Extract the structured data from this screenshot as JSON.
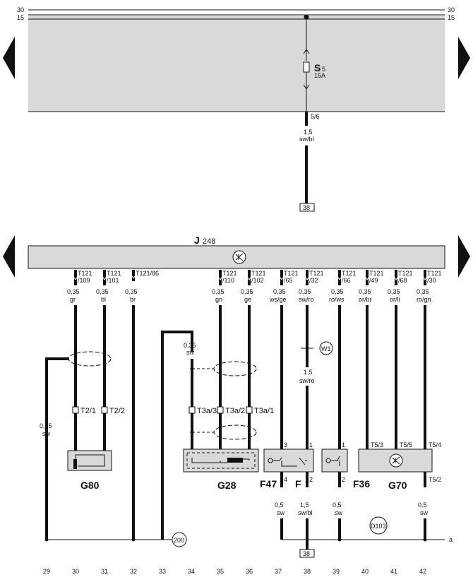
{
  "rails": {
    "top_left": "30",
    "top_right": "30",
    "mid_left": "15",
    "mid_right": "15"
  },
  "fuse": {
    "name": "S",
    "number": "5",
    "rating": "15A",
    "terminal": "5/6",
    "wire_size": "1,5",
    "wire_color": "sw/bl",
    "ref": "38"
  },
  "control_unit": {
    "name": "J",
    "number": "248"
  },
  "pins": [
    {
      "connector": "T121",
      "pin": "/109",
      "size": "0,35",
      "color": "gr"
    },
    {
      "connector": "T121",
      "pin": "/101",
      "size": "0,35",
      "color": "bl"
    },
    {
      "connector": "T121/86",
      "pin": "",
      "size": "0,35",
      "color": "br"
    },
    {
      "connector": "T121",
      "pin": "/110",
      "size": "0,35",
      "color": "gn"
    },
    {
      "connector": "T121",
      "pin": "/102",
      "size": "0,35",
      "color": "ge"
    },
    {
      "connector": "T121",
      "pin": "/65",
      "size": "0,35",
      "color": "ws/ge"
    },
    {
      "connector": "T121",
      "pin": "/32",
      "size": "0,35",
      "color": "sw/ro"
    },
    {
      "connector": "T121",
      "pin": "/66",
      "size": "0,35",
      "color": "ro/ws"
    },
    {
      "connector": "T121",
      "pin": "/49",
      "size": "0,35",
      "color": "or/br"
    },
    {
      "connector": "T121",
      "pin": "/68",
      "size": "0,35",
      "color": "or/li"
    },
    {
      "connector": "T121",
      "pin": "/30",
      "size": "0,35",
      "color": "ro/gn"
    }
  ],
  "connectors": {
    "t2_1": "T2/1",
    "t2_2": "T2/2",
    "t3a_3": "T3a/3",
    "t3a_2": "T3a/2",
    "t3a_1": "T3a/1"
  },
  "wire_33": {
    "size": "0,35",
    "color": "sw"
  },
  "wire_29": {
    "size": "0,35",
    "color": "sw"
  },
  "w1": {
    "label": "W1",
    "size": "1,5",
    "color": "sw/ro"
  },
  "components": {
    "g80": "G80",
    "g28": "G28",
    "f47": "F47",
    "f": "F",
    "f36": "F36",
    "g70": "G70"
  },
  "terminals": {
    "f47_top": "3",
    "f_top": "1",
    "f36_top": "1",
    "g70_t53": "T5/3",
    "g70_t55": "T5/5",
    "g70_t54": "T5/4",
    "f47_bot": "4",
    "f_bot": "2",
    "f36_bot": "2",
    "g70_t52": "T5/2"
  },
  "bottom_wires": [
    {
      "size": "0,5",
      "color": "sw"
    },
    {
      "size": "1,5",
      "color": "sw/bl"
    },
    {
      "size": "0,5",
      "color": "sw"
    },
    {
      "size": "0,5",
      "color": "sw"
    }
  ],
  "ground_200": "200",
  "ground_d103": "D103",
  "ref_bottom": "38",
  "rail_a": "a",
  "tracks": [
    "29",
    "30",
    "31",
    "32",
    "33",
    "34",
    "35",
    "36",
    "37",
    "38",
    "39",
    "40",
    "41",
    "42"
  ]
}
